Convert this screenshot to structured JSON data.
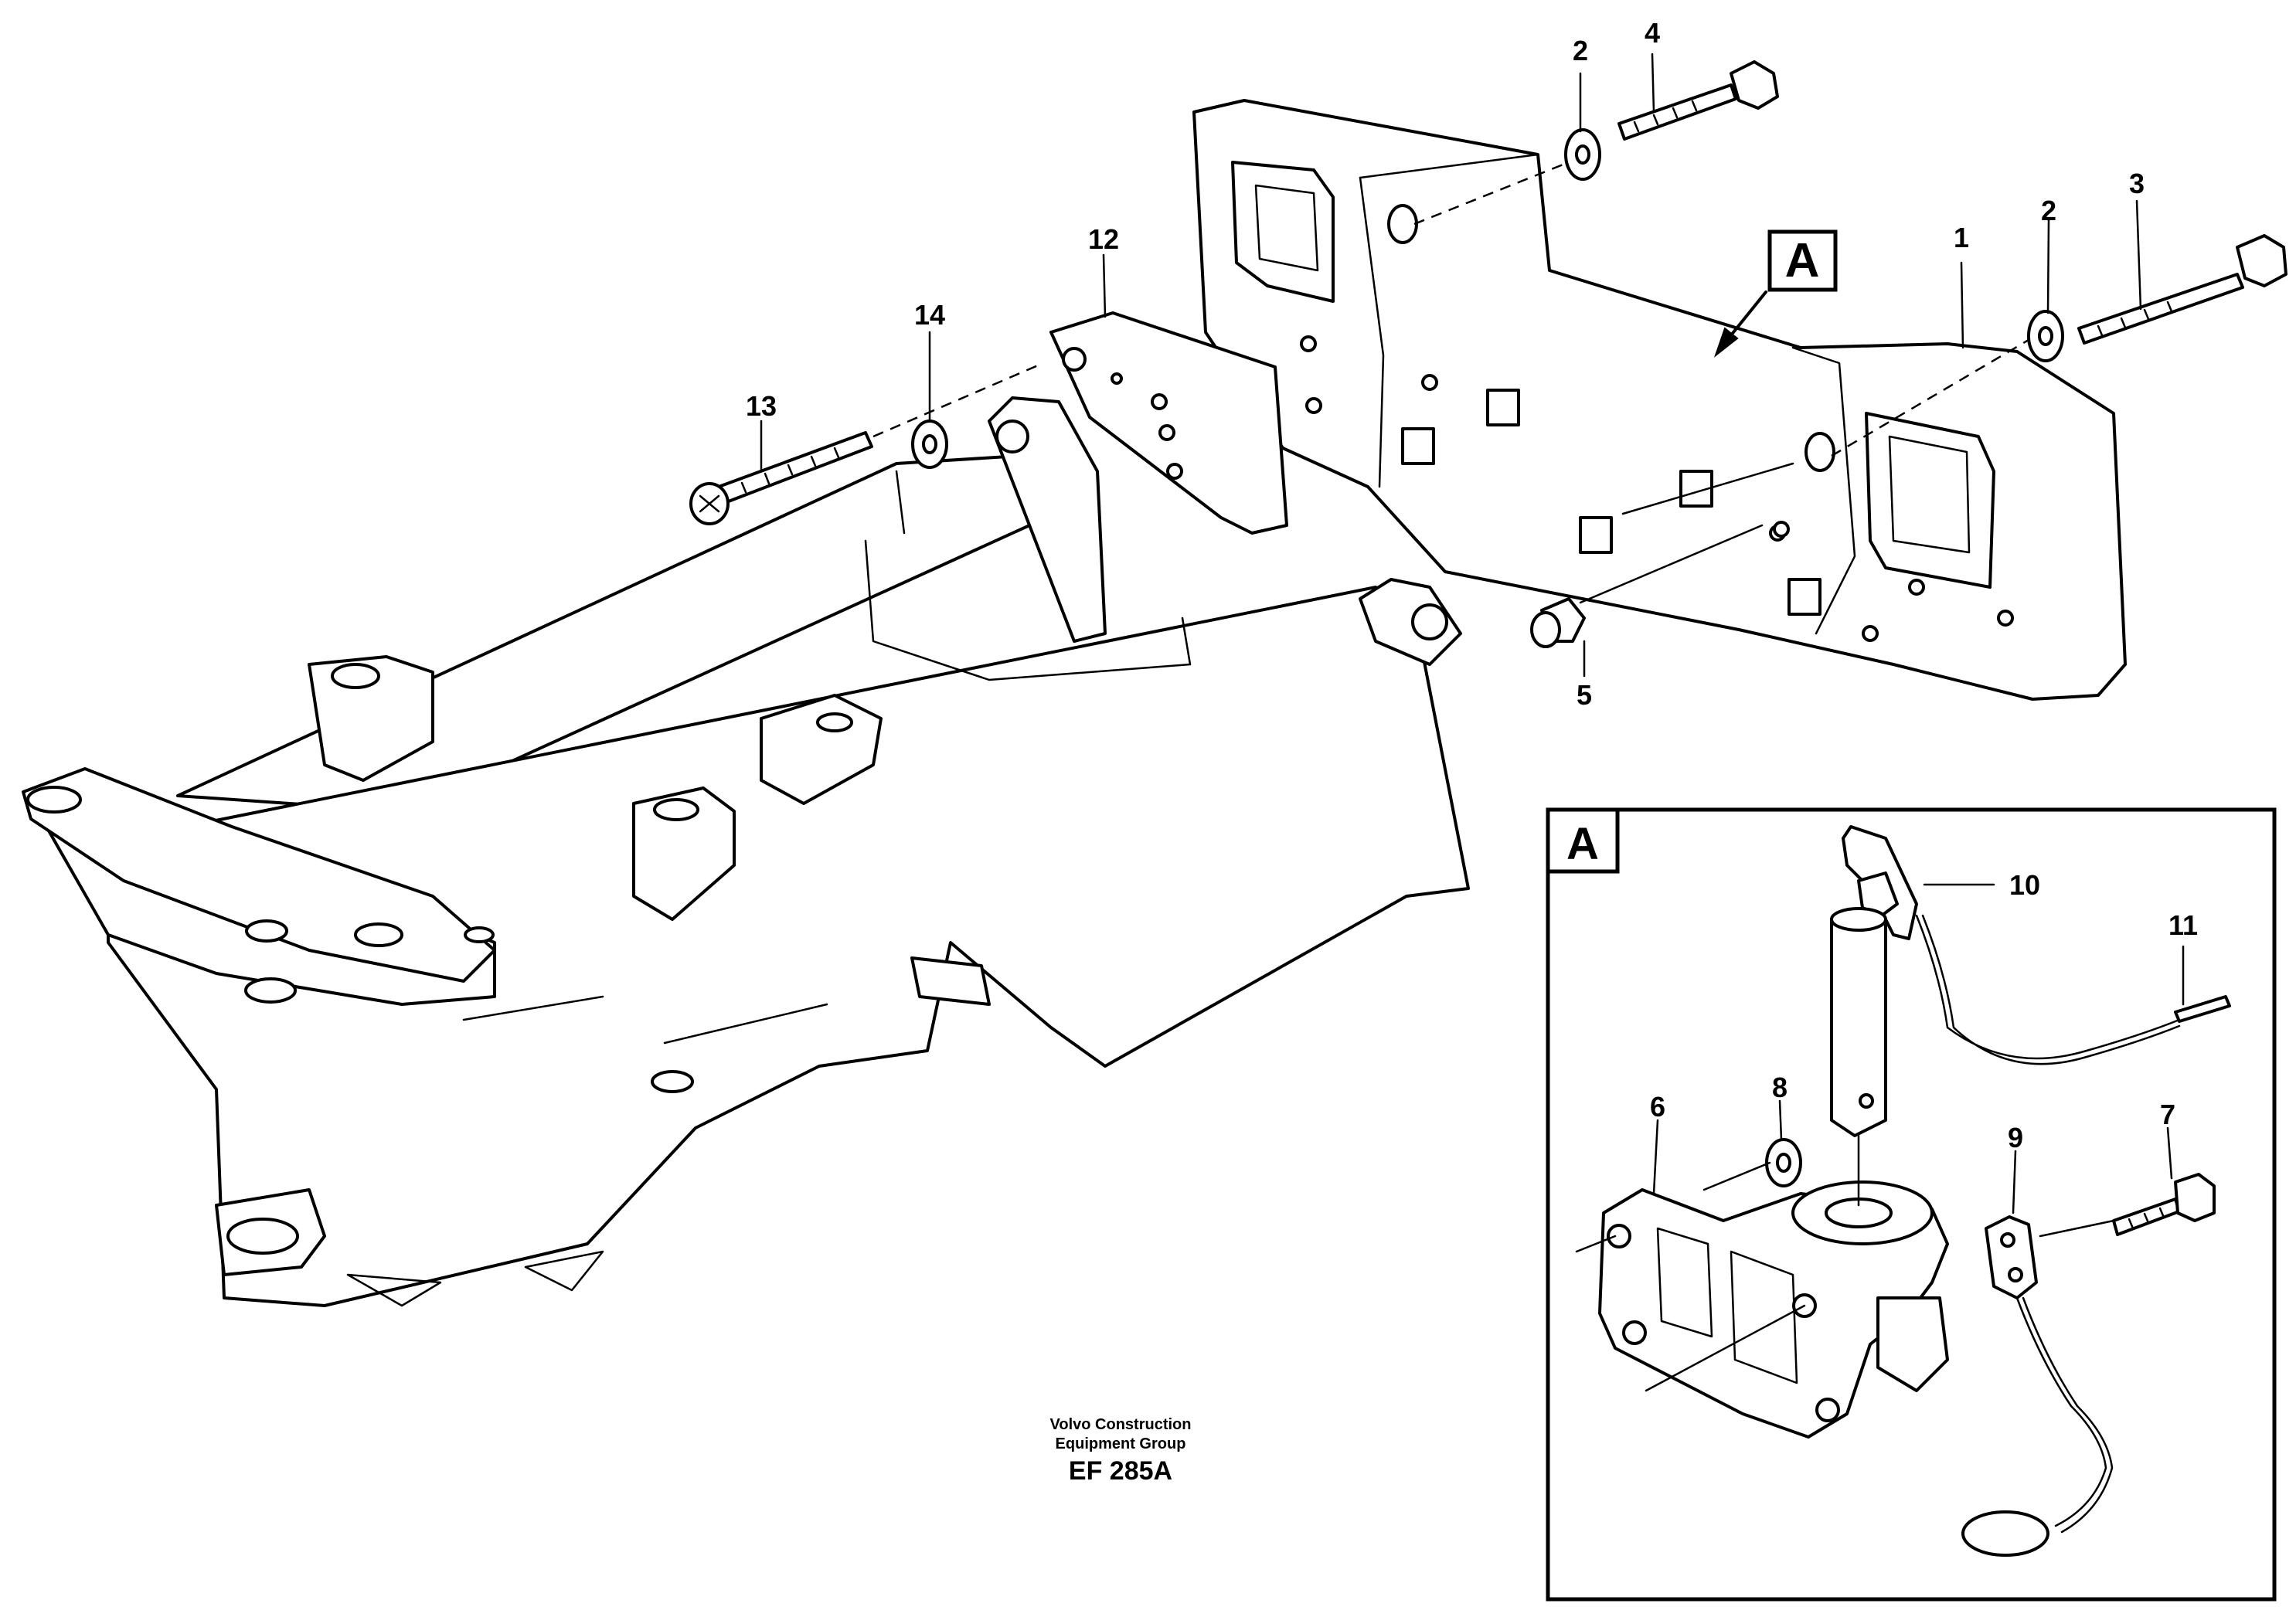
{
  "callouts": {
    "c1": "1",
    "c2a": "2",
    "c2b": "2",
    "c3": "3",
    "c4": "4",
    "c5": "5",
    "c6": "6",
    "c7": "7",
    "c8": "8",
    "c9": "9",
    "c10": "10",
    "c11": "11",
    "c12": "12",
    "c13": "13",
    "c14": "14"
  },
  "detail": {
    "marker_label": "A",
    "inset_label": "A"
  },
  "caption": {
    "line1": "Volvo Construction",
    "line2": "Equipment Group",
    "code": "EF 285A"
  }
}
